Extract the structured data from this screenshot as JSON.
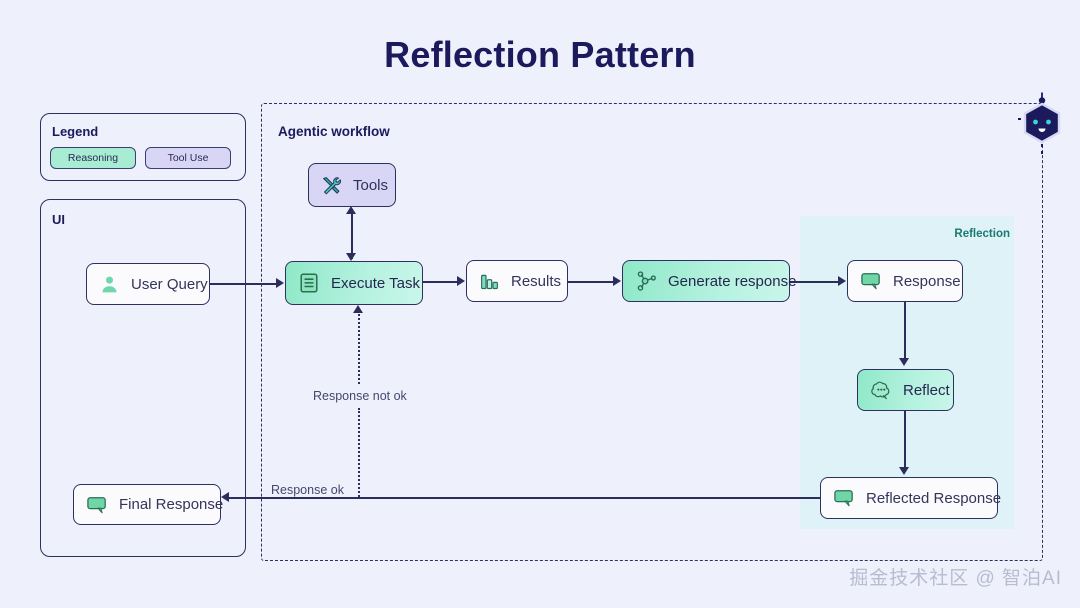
{
  "title": "Reflection Pattern",
  "legend": {
    "label": "Legend",
    "items": [
      {
        "label": "Reasoning",
        "color": "#a8ecd4"
      },
      {
        "label": "Tool Use",
        "color": "#d9d5f5"
      }
    ]
  },
  "regions": {
    "ui": {
      "label": "UI"
    },
    "agentic": {
      "label": "Agentic workflow"
    },
    "reflection": {
      "label": "Reflection",
      "color": "#1a7a6e"
    }
  },
  "nodes": {
    "user_query": {
      "label": "User Query",
      "icon": "user-icon",
      "kind": "plain"
    },
    "tools": {
      "label": "Tools",
      "icon": "tools-icon",
      "kind": "tool-use"
    },
    "execute_task": {
      "label": "Execute Task",
      "icon": "list-icon",
      "kind": "reasoning"
    },
    "results": {
      "label": "Results",
      "icon": "bar-chart-icon",
      "kind": "plain"
    },
    "generate_response": {
      "label": "Generate response",
      "icon": "node-graph-icon",
      "kind": "reasoning"
    },
    "response": {
      "label": "Response",
      "icon": "speech-bubble-icon",
      "kind": "plain"
    },
    "reflect": {
      "label": "Reflect",
      "icon": "thought-bubble-icon",
      "kind": "reasoning"
    },
    "reflected_response": {
      "label": "Reflected Response",
      "icon": "speech-bubble-icon",
      "kind": "plain"
    },
    "final_response": {
      "label": "Final Response",
      "icon": "speech-bubble-icon",
      "kind": "plain"
    }
  },
  "edge_labels": {
    "response_not_ok": "Response not ok",
    "response_ok": "Response ok"
  },
  "bot": {
    "icon": "robot-hexagon-icon"
  },
  "watermark": "掘金技术社区 @ 智泊AI",
  "colors": {
    "background": "#eef0fc",
    "stroke": "#2e3060",
    "reasoning": "#a8ecd4",
    "tool_use": "#d9d5f5",
    "reflection_zone": "#dff2f8",
    "title": "#1b1a5c"
  }
}
